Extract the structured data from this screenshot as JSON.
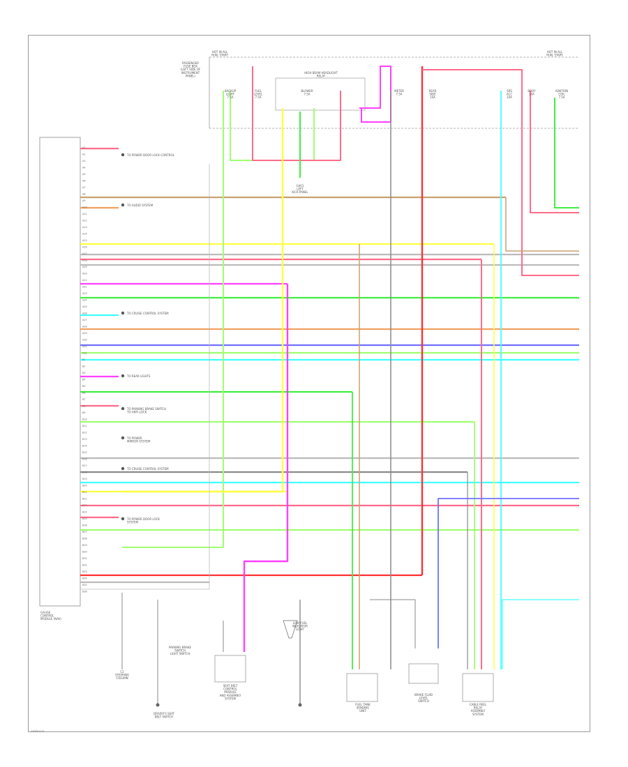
{
  "diagram": {
    "page_ref": "130001171",
    "top_labels": {
      "left_hot": "HOT IN ALL\nRUN, START",
      "right_hot": "HOT IN ALL\nRUN, START",
      "fuse_block": "PASSENGER\nFUSE BOX\n(LEFT SIDE OF\nINSTRUMENT\nPANEL)",
      "relay_box": "HIGH BEAM HEADLIGHT\nRELAY"
    },
    "fuses": [
      "BACKUP\nLIGHT\n7.5A",
      "FUEL\nLEVEL\n7.5A",
      "BLOWER\n7.5A",
      "METER\n7.5A",
      "REAR\nSIDE\n10A",
      "SRS\nACC\n10A",
      "BODY\n10A",
      "IGNITION\nCOIL\n7.5A"
    ],
    "ground_label": "G401\nLEFT\nKICK PANEL",
    "module_label": "GAUGE\nCONTROL\nMODULE (NAV)",
    "left_annotations": [
      "TO POWER DOOR LOCK CONTROL",
      "TO AUDIO SYSTEM",
      "TO CRUISE CONTROL SYSTEM",
      "TO REAR LIGHTS",
      "TO PARKING BRAKE SWITCH\nTO ANTI-LOCK",
      "TO POWER\nMIRROR SYSTEM",
      "TO CRUISE CONTROL SYSTEM",
      "TO POWER DOOR LOCK\nSYSTEM"
    ],
    "bottom_components": [
      "C2\nSTEERING\nCOLUMN",
      "PARKING BRAKE\nSWITCH\nLIGHT SWITCH",
      "DRIVER'S SEAT\nBELT SWITCH",
      "SEAT BELT\nCONTROL\nMODULE\nAND ASSEMBLY\nSYSTEM",
      "LOW FUEL\nINDICATOR\nLIGHT",
      "FUEL TANK\nSENDING\nUNIT",
      "BRAKE FLUID\nLEVEL\nSWITCH",
      "CABLE REEL\nRELAY\nASSEMBLY\nSYSTEM"
    ],
    "pins": [
      "A1",
      "A2",
      "A3",
      "A4",
      "A5",
      "A6",
      "A7",
      "A8",
      "A9",
      "A10",
      "A11",
      "A12",
      "A13",
      "A14",
      "A15",
      "A16",
      "A17",
      "A18",
      "A19",
      "A20",
      "A21",
      "A22",
      "A23",
      "A24",
      "A25",
      "A26",
      "A27",
      "A28",
      "A29",
      "A30",
      "A31",
      "A32",
      "B1",
      "B2",
      "B3",
      "B4",
      "B5",
      "B6",
      "B7",
      "B8",
      "B9",
      "B10",
      "B11",
      "B12",
      "B13",
      "B14",
      "B15",
      "B16",
      "B17",
      "B18",
      "B19",
      "B20",
      "B21",
      "B22",
      "B23",
      "B24",
      "B25",
      "B26",
      "B27",
      "B28",
      "B29",
      "B30",
      "B31",
      "B32",
      "B33",
      "B34",
      "B35",
      "B36"
    ],
    "wire_colors": {
      "pink": "#ff6b8a",
      "orange": "#f0a060",
      "yellow": "#ffff40",
      "magenta": "#ff40ff",
      "green": "#40ee40",
      "cyan": "#40ffff",
      "blue": "#7070ff",
      "red": "#ff3030",
      "tan": "#c8a070",
      "gray": "#8a8a8a",
      "lime": "#a0ff70",
      "light_gray": "#bbbbbb"
    }
  }
}
